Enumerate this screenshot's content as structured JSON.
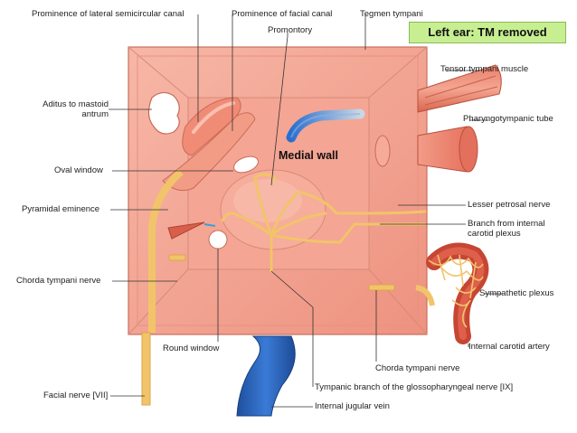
{
  "title": "Left ear: TM removed",
  "center_label": "Medial wall",
  "labels": {
    "lateral_canal": "Prominence of lateral semicircular canal",
    "facial_canal": "Prominence of facial canal",
    "tegmen": "Tegmen tympani",
    "promontory": "Promontory",
    "tensor": "Tensor tympani muscle",
    "pharyngotympanic": "Pharyngotympanic tube",
    "aditus": "Aditus to mastoid antrum",
    "oval_window": "Oval window",
    "lesser_petrosal": "Lesser petrosal nerve",
    "pyramidal": "Pyramidal eminence",
    "branch_carotid": "Branch from internal carotid plexus",
    "sympathetic": "Sympathetic plexus",
    "chorda_left": "Chorda tympani nerve",
    "round_window": "Round window",
    "internal_carotid": "Internal carotid artery",
    "chorda_right": "Chorda tympani nerve",
    "facial_nerve": "Facial nerve [VII]",
    "tympanic_branch": "Tympanic branch of the glossopharyngeal nerve [IX]",
    "jugular": "Internal jugular vein"
  },
  "colors": {
    "wall_outer": "#f29a86",
    "wall_inner": "#f4a896",
    "nerve": "#f2c46a",
    "vein": "#2f64b8",
    "artery": "#b23a2a",
    "label_box": "#c7ef92"
  }
}
